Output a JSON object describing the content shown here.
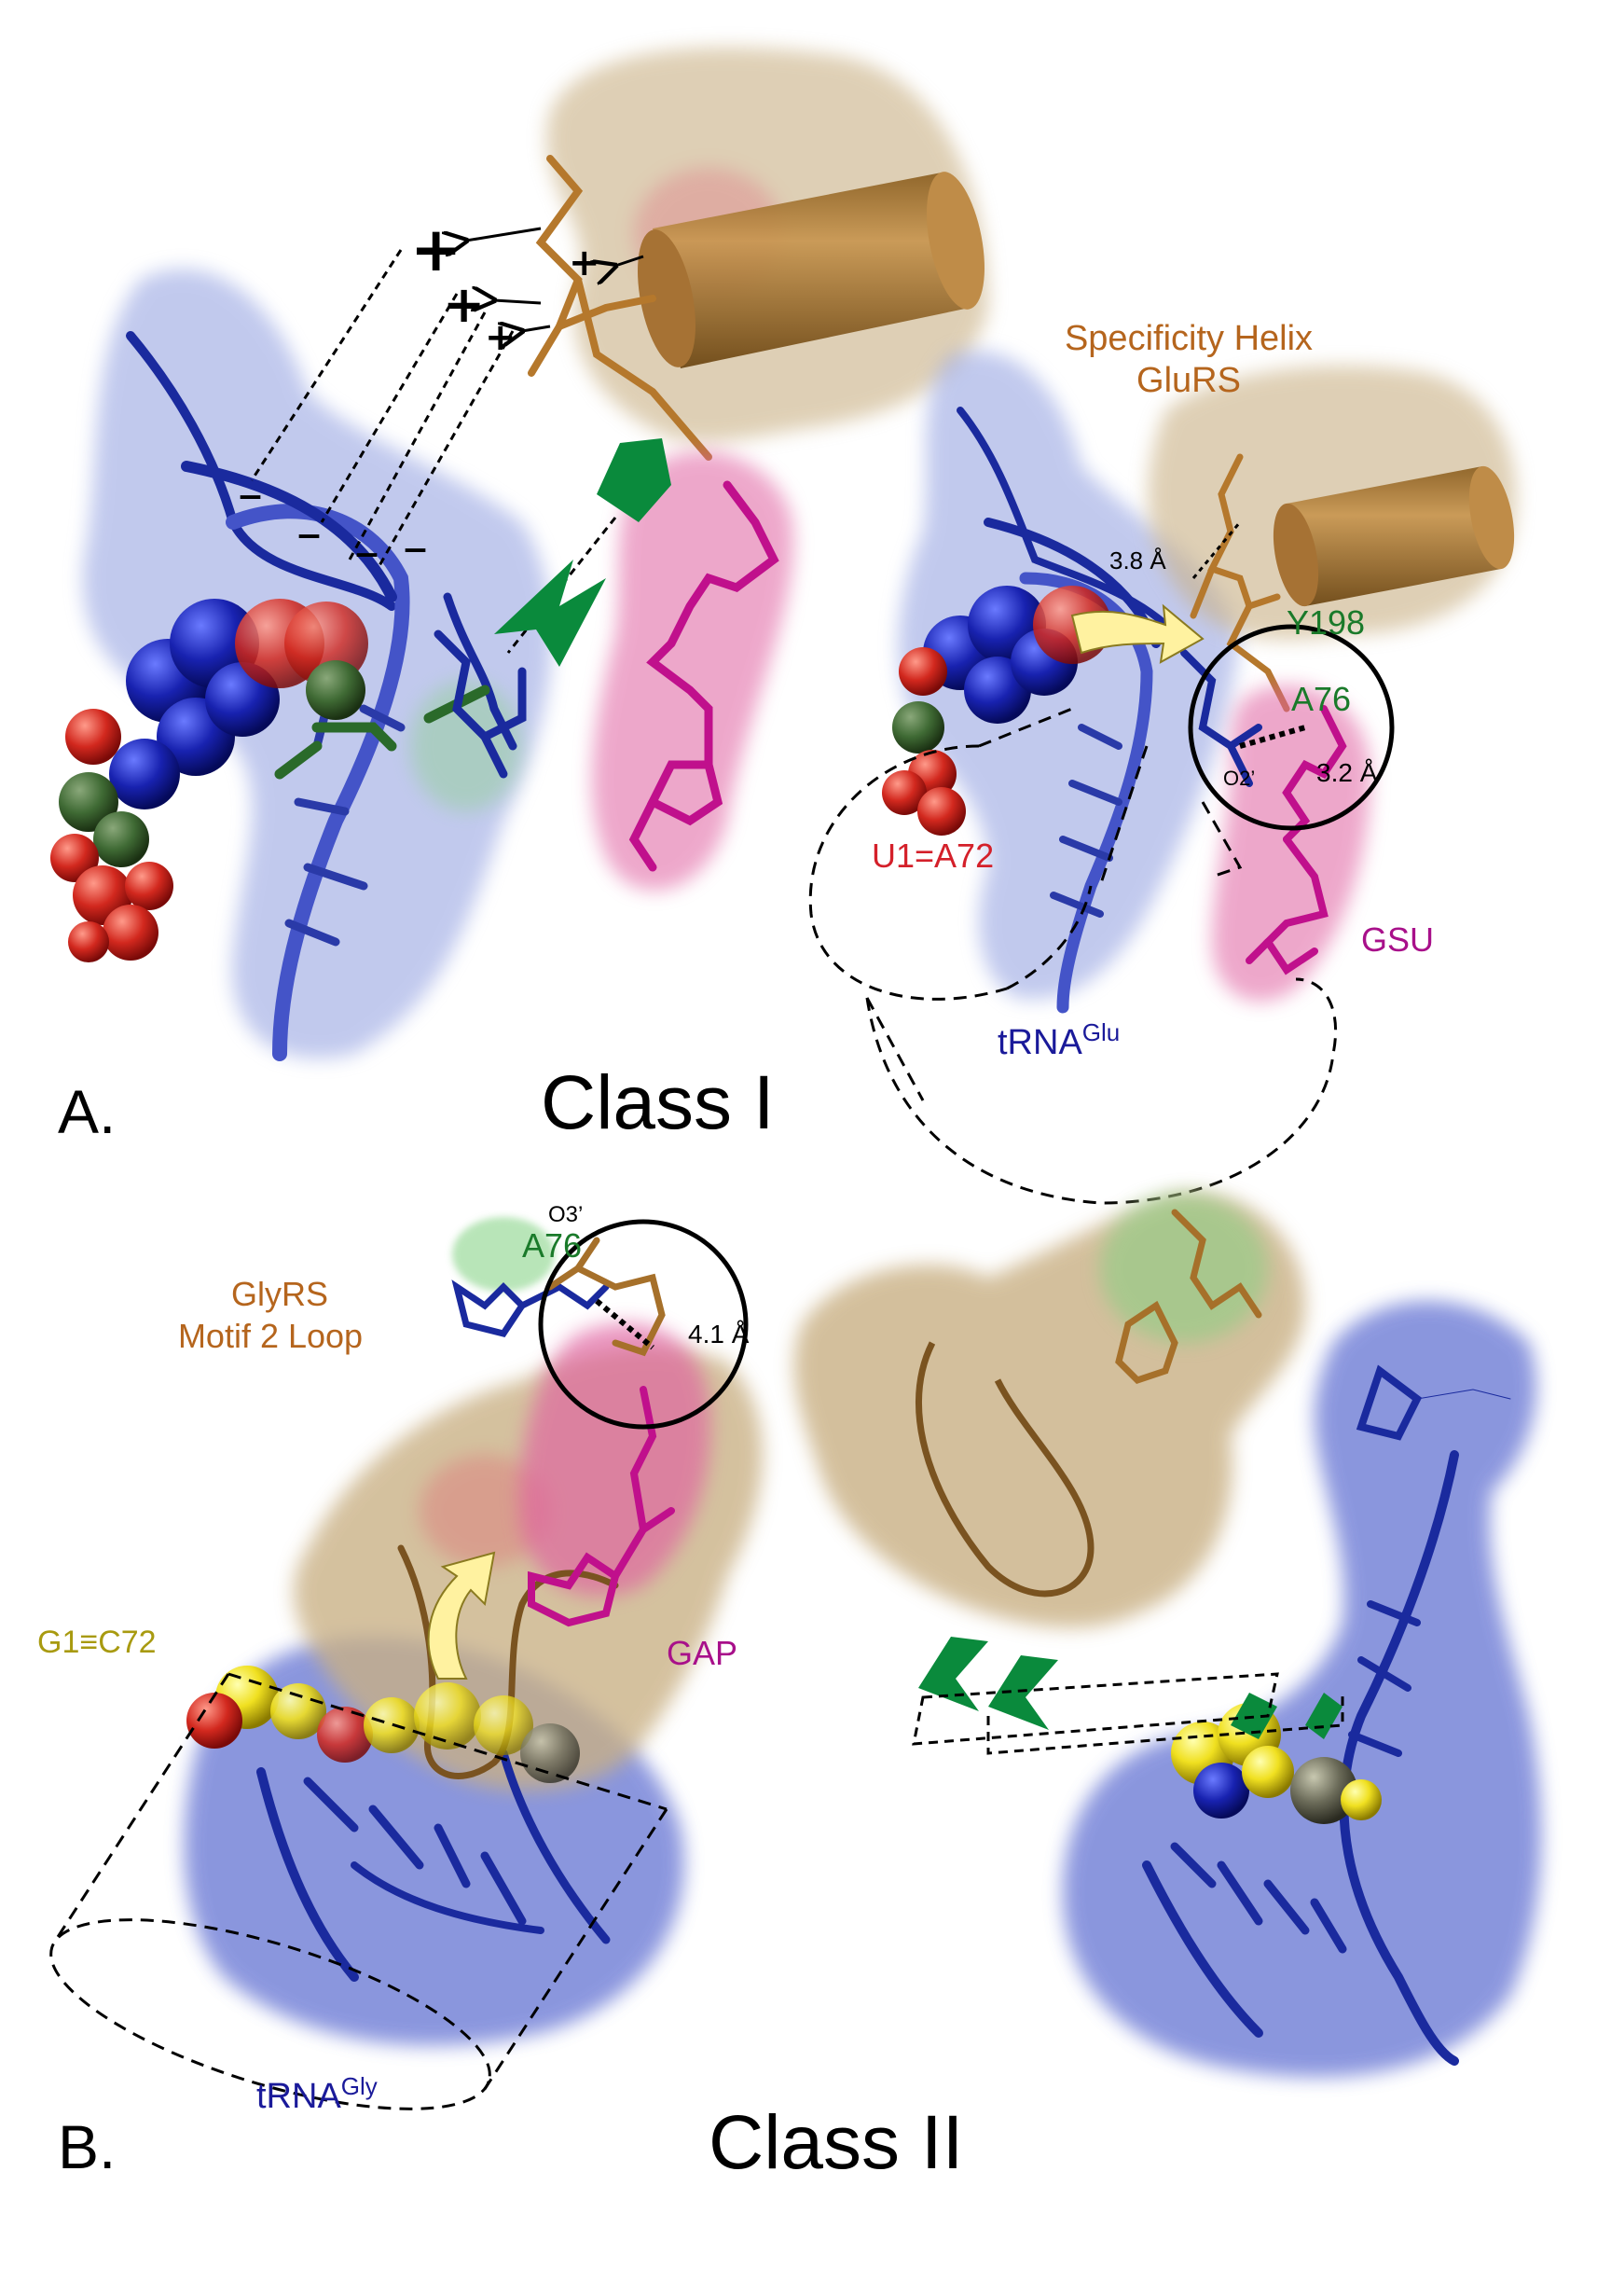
{
  "panel_a": {
    "letter": "A.",
    "class_title": "Class I",
    "specificity_helix_line1": "Specificity Helix",
    "specificity_helix_line2": "GluRS",
    "y198": "Y198",
    "a76": "A76",
    "dist_38": "3.8 Å",
    "dist_32": "3.2 Å",
    "o2": "O2’",
    "u1a72": "U1=A72",
    "gsu": "GSU",
    "trna_main": "tRNA",
    "trna_sup": "Glu",
    "plus": "+",
    "minus": "–"
  },
  "panel_b": {
    "letter": "B.",
    "class_title": "Class II",
    "glyrs_line1": "GlyRS",
    "glyrs_line2": "Motif 2 Loop",
    "a76": "A76",
    "o3": "O3’",
    "dist_41": "4.1 Å",
    "g1c72": "G1≡C72",
    "gap": "GAP",
    "trna_main": "tRNA",
    "trna_sup": "Gly"
  },
  "colors": {
    "trna_blue": "#1a2a9e",
    "surface_blue": "#8f9ee0",
    "protein_tan": "#c9b084",
    "helix_brown": "#9a6a2c",
    "ligand_magenta": "#c0108c",
    "arrow_green": "#0a8a3c",
    "label_brown": "#b5651d",
    "label_green": "#1a7a2a",
    "label_red": "#d4202a",
    "label_yellow": "#a89a10",
    "label_magenta": "#a8108a",
    "label_navy": "#1a1a9a"
  }
}
